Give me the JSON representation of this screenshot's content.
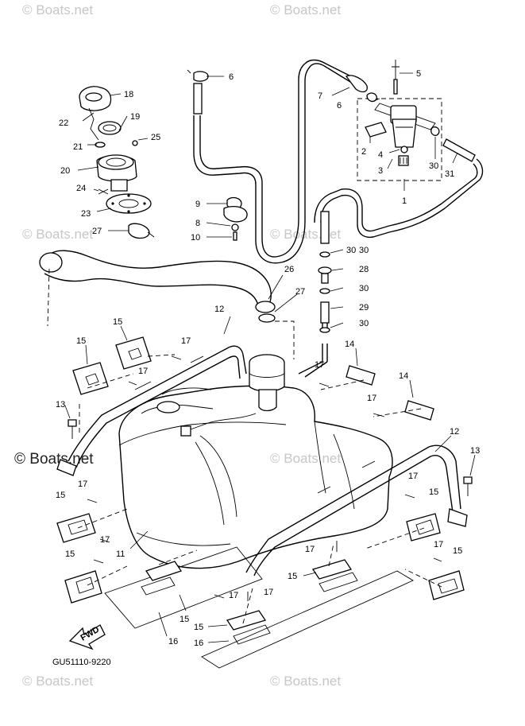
{
  "watermarks": {
    "corner": "© Boats.net",
    "center": "© Boats.net"
  },
  "diagram_code": "GU51110-9220",
  "fwd_label": "FWD",
  "callouts": {
    "c1": "1",
    "c2": "2",
    "c3": "3",
    "c4": "4",
    "c5": "5",
    "c6a": "6",
    "c6b": "6",
    "c7": "7",
    "c8": "8",
    "c9": "9",
    "c10": "10",
    "c11": "11",
    "c12a": "12",
    "c12b": "12",
    "c13a": "13",
    "c13b": "13",
    "c14a": "14",
    "c14b": "14",
    "c15a": "15",
    "c15b": "15",
    "c15c": "15",
    "c15d": "15",
    "c15e": "15",
    "c15f": "15",
    "c15g": "15",
    "c15h": "15",
    "c15i": "15",
    "c16a": "16",
    "c16b": "16",
    "c17a": "17",
    "c17b": "17",
    "c17c": "17",
    "c17d": "17",
    "c17e": "17",
    "c17f": "17",
    "c17g": "17",
    "c17h": "17",
    "c17i": "17",
    "c17j": "17",
    "c17k": "17",
    "c18": "18",
    "c19": "19",
    "c20": "20",
    "c21": "21",
    "c22": "22",
    "c23": "23",
    "c24": "24",
    "c25": "25",
    "c26": "26",
    "c27a": "27",
    "c27b": "27",
    "c28": "28",
    "c29": "29",
    "c30a": "30",
    "c30b": "30",
    "c30c": "30",
    "c30d": "30",
    "c30e": "30",
    "c31": "31"
  }
}
